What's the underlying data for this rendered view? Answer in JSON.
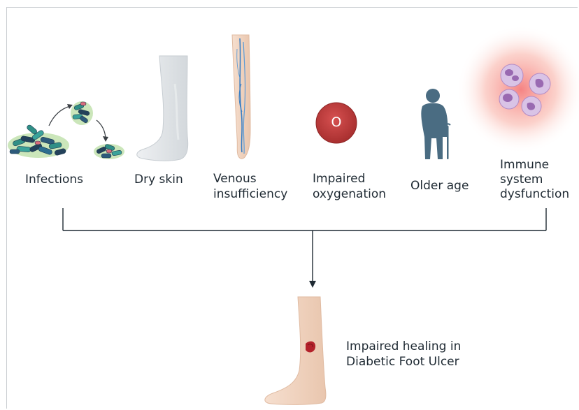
{
  "factors": [
    {
      "id": "infections",
      "label": "Infections"
    },
    {
      "id": "dry-skin",
      "label": "Dry skin"
    },
    {
      "id": "venous",
      "label_line1": "Venous",
      "label_line2": "insufficiency"
    },
    {
      "id": "oxygenation",
      "label_line1": "Impaired",
      "label_line2": "oxygenation",
      "icon_text": "O"
    },
    {
      "id": "older-age",
      "label": "Older age"
    },
    {
      "id": "immune",
      "label_line1": "Immune",
      "label_line2": "system",
      "label_line3": "dysfunction"
    }
  ],
  "outcome": {
    "line1": "Impaired healing in",
    "line2": "Diabetic Foot Ulcer"
  },
  "colors": {
    "bacteria_teal": "#2f8f86",
    "bacteria_dark": "#23415a",
    "bacteria_halo": "#c5e3b3",
    "skin": "#f3d9c6",
    "dry_skin": "#dfe3e6",
    "vein": "#3b7fc4",
    "oxygen_red": "#c94040",
    "elder": "#4a6c82",
    "immune_glow": "#f07a78",
    "ulcer": "#b3212a",
    "connector": "#1f2a33"
  }
}
